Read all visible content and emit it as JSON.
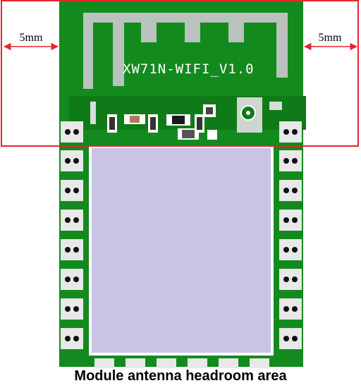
{
  "module": {
    "label": "XW71N-WIFI_V1.0",
    "board_color": "#138a1e",
    "antenna_color": "#b9c2bd",
    "shield_color": "#c8c4e6"
  },
  "headroom": {
    "box_color": "#e3262b",
    "left_dimension": "5mm",
    "right_dimension": "5mm"
  },
  "caption": "Module antenna headroom area"
}
